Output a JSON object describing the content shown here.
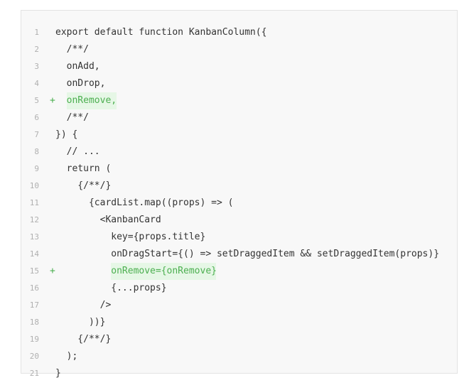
{
  "diff": {
    "line_numbers": [
      "1",
      "2",
      "3",
      "4",
      "5",
      "6",
      "7",
      "8",
      "9",
      "10",
      "11",
      "12",
      "13",
      "14",
      "15",
      "16",
      "17",
      "18",
      "19",
      "20",
      "21"
    ],
    "lines": [
      {
        "marker": "",
        "text": "export default function KanbanColumn({",
        "added": false
      },
      {
        "marker": "",
        "text": "  /**/",
        "added": false
      },
      {
        "marker": "",
        "text": "  onAdd,",
        "added": false
      },
      {
        "marker": "",
        "text": "  onDrop,",
        "added": false
      },
      {
        "marker": "+",
        "text": "  onRemove,",
        "added": true
      },
      {
        "marker": "",
        "text": "  /**/",
        "added": false
      },
      {
        "marker": "",
        "text": "}) {",
        "added": false
      },
      {
        "marker": "",
        "text": "  // ...",
        "added": false
      },
      {
        "marker": "",
        "text": "  return (",
        "added": false
      },
      {
        "marker": "",
        "text": "    {/**/}",
        "added": false
      },
      {
        "marker": "",
        "text": "      {cardList.map((props) => (",
        "added": false
      },
      {
        "marker": "",
        "text": "        <KanbanCard",
        "added": false
      },
      {
        "marker": "",
        "text": "          key={props.title}",
        "added": false
      },
      {
        "marker": "",
        "text": "          onDragStart={() => setDraggedItem && setDraggedItem(props)}",
        "added": false
      },
      {
        "marker": "+",
        "text": "          onRemove={onRemove}",
        "added": true
      },
      {
        "marker": "",
        "text": "          {...props}",
        "added": false
      },
      {
        "marker": "",
        "text": "        />",
        "added": false
      },
      {
        "marker": "",
        "text": "      ))}",
        "added": false
      },
      {
        "marker": "",
        "text": "    {/**/}",
        "added": false
      },
      {
        "marker": "",
        "text": "  );",
        "added": false
      },
      {
        "marker": "",
        "text": "}",
        "added": false
      }
    ]
  },
  "colors": {
    "panel_bg": "#f8f8f8",
    "added_text": "#4caf50",
    "added_bg": "#e6f7e6",
    "line_number": "#b0b0b0",
    "code_text": "#333333"
  }
}
